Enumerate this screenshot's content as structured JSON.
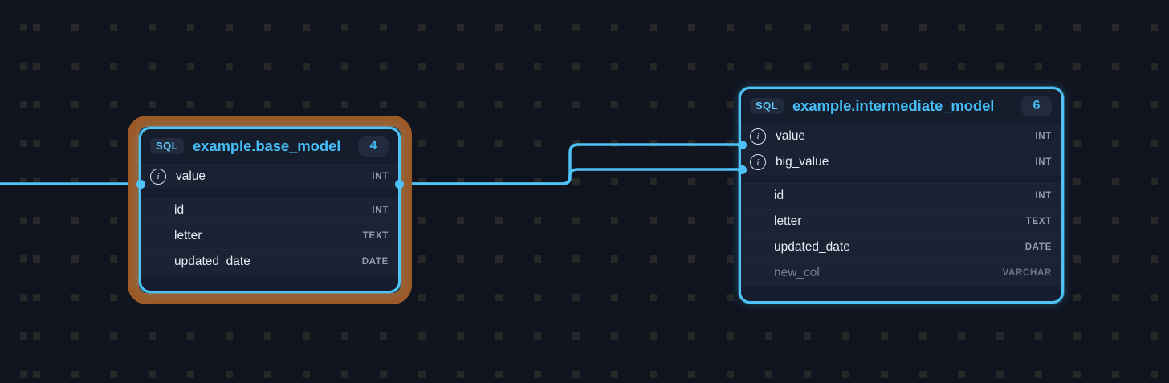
{
  "canvas": {
    "background_color": "#10141f",
    "grid_dot_color": "#3b3730",
    "accent_color": "#4ec3f7",
    "selection_ring_color": "#9c5a28"
  },
  "nodes": [
    {
      "id": "base_model",
      "badge": "SQL",
      "title": "example.base_model",
      "count": "4",
      "selected": true,
      "columns": [
        {
          "name": "value",
          "type": "INT",
          "has_info_icon": true,
          "muted": false,
          "connected": true
        },
        {
          "name": "id",
          "type": "INT",
          "has_info_icon": false,
          "muted": false,
          "connected": false
        },
        {
          "name": "letter",
          "type": "TEXT",
          "has_info_icon": false,
          "muted": false,
          "connected": false
        },
        {
          "name": "updated_date",
          "type": "DATE",
          "has_info_icon": false,
          "muted": false,
          "connected": false
        }
      ]
    },
    {
      "id": "intermediate_model",
      "badge": "SQL",
      "title": "example.intermediate_model",
      "count": "6",
      "selected": false,
      "columns": [
        {
          "name": "value",
          "type": "INT",
          "has_info_icon": true,
          "muted": false,
          "connected": true
        },
        {
          "name": "big_value",
          "type": "INT",
          "has_info_icon": true,
          "muted": false,
          "connected": true
        },
        {
          "name": "id",
          "type": "INT",
          "has_info_icon": false,
          "muted": false,
          "connected": false
        },
        {
          "name": "letter",
          "type": "TEXT",
          "has_info_icon": false,
          "muted": false,
          "connected": false
        },
        {
          "name": "updated_date",
          "type": "DATE",
          "has_info_icon": false,
          "muted": false,
          "connected": false
        },
        {
          "name": "new_col",
          "type": "VARCHAR",
          "has_info_icon": false,
          "muted": true,
          "connected": false
        }
      ]
    }
  ],
  "edges": [
    {
      "name": "incoming-edge-to-base-model-value"
    },
    {
      "name": "edge-base-value-to-intermediate-value"
    },
    {
      "name": "edge-base-value-to-intermediate-big-value"
    }
  ]
}
